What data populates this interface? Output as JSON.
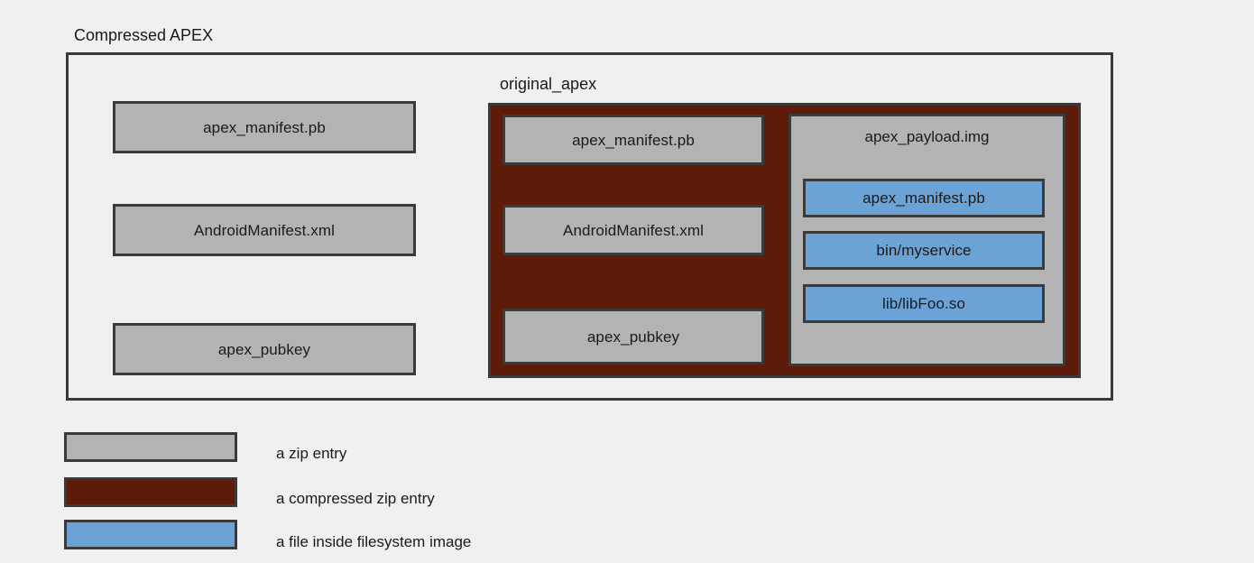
{
  "diagram": {
    "title": "Compressed APEX",
    "outer_container": {
      "label": "Compressed APEX",
      "entries": [
        {
          "label": "apex_manifest.pb",
          "kind": "zip-entry"
        },
        {
          "label": "AndroidManifest.xml",
          "kind": "zip-entry"
        },
        {
          "label": "apex_pubkey",
          "kind": "zip-entry"
        }
      ]
    },
    "original_apex": {
      "label": "original_apex",
      "kind": "compressed-zip-entry",
      "entries": [
        {
          "label": "apex_manifest.pb",
          "kind": "zip-entry"
        },
        {
          "label": "AndroidManifest.xml",
          "kind": "zip-entry"
        },
        {
          "label": "apex_pubkey",
          "kind": "zip-entry"
        }
      ],
      "payload": {
        "label": "apex_payload.img",
        "kind": "zip-entry",
        "files": [
          {
            "label": "apex_manifest.pb",
            "kind": "filesystem-file"
          },
          {
            "label": "bin/myservice",
            "kind": "filesystem-file"
          },
          {
            "label": "lib/libFoo.so",
            "kind": "filesystem-file"
          }
        ]
      }
    },
    "legend": [
      {
        "label": "a zip entry",
        "color": "#b3b3b3"
      },
      {
        "label": "a compressed zip entry",
        "color": "#5e1b0a"
      },
      {
        "label": "a file inside filesystem image",
        "color": "#6ba3d6"
      }
    ],
    "colors": {
      "background": "#f0f0f0",
      "zip_entry": "#b3b3b3",
      "compressed_zip_entry": "#5e1b0a",
      "filesystem_file": "#6ba3d6",
      "stroke": "#3a3a3a",
      "text": "#1a1a1a"
    }
  }
}
